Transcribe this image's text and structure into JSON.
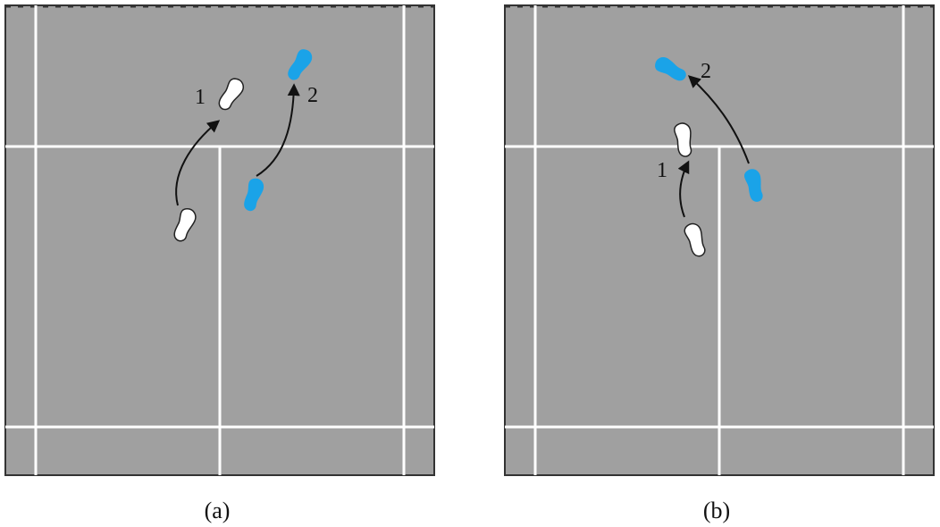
{
  "panels": [
    {
      "caption": "(a)",
      "footprints": [
        {
          "color": "#ffffff",
          "step": "1"
        },
        {
          "color": "#1aa3e8",
          "step": "2"
        }
      ]
    },
    {
      "caption": "(b)",
      "footprints": [
        {
          "color": "#ffffff",
          "step": "1"
        },
        {
          "color": "#1aa3e8",
          "step": "2"
        }
      ]
    }
  ],
  "colors": {
    "court": "#a0a0a0",
    "court_lines": "#ffffff",
    "player_white": "#ffffff",
    "player_blue": "#1aa3e8",
    "arrows": "#111111"
  }
}
